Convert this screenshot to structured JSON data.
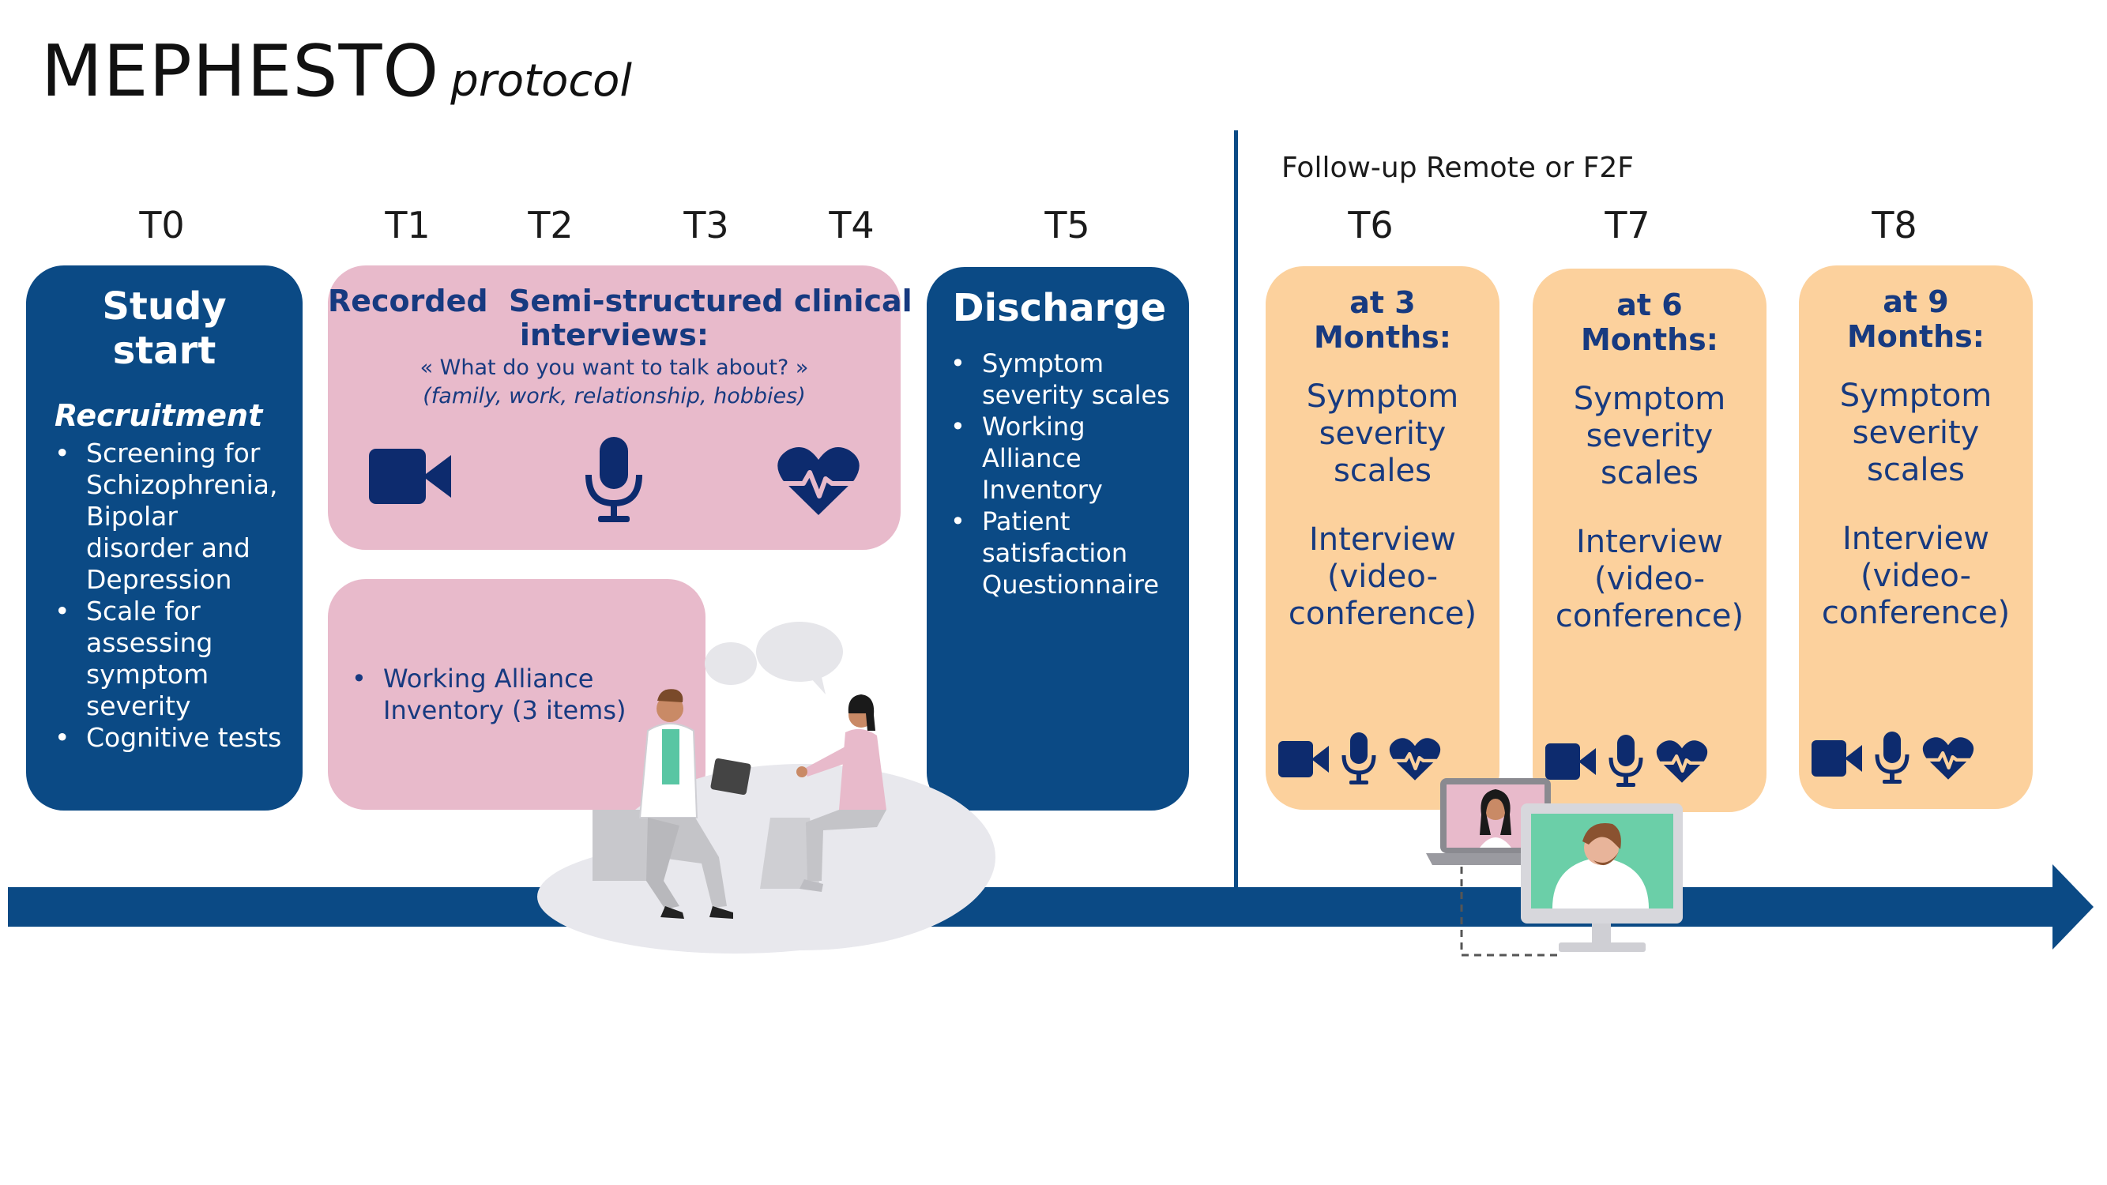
{
  "title": {
    "main": "MEPHESTO",
    "sub": "protocol"
  },
  "followup_label": "Follow-up Remote or F2F",
  "time_points": [
    "T0",
    "T1",
    "T2",
    "T3",
    "T4",
    "T5",
    "T6",
    "T7",
    "T8"
  ],
  "study_start": {
    "title": "Study start",
    "section": "Recruitment",
    "items": [
      "Screening for Schizophrenia, Bipolar disorder and Depression",
      "Scale for assessing symptom severity",
      "Cognitive tests"
    ]
  },
  "interviews": {
    "title_line1": "Recorded  Semi-structured clinical",
    "title_line2": "interviews:",
    "question": "« What do you want to talk about? »",
    "topics": "(family, work, relationship, hobbies)",
    "icons": [
      "video-camera-icon",
      "microphone-icon",
      "heart-rate-icon"
    ]
  },
  "alliance": {
    "items": [
      "Working Alliance Inventory (3 items)"
    ]
  },
  "discharge": {
    "title": "Discharge",
    "items": [
      "Symptom severity scales",
      "Working Alliance Inventory",
      "Patient satisfaction Questionnaire"
    ]
  },
  "followups": [
    {
      "title": "at 3 Months:",
      "scales": "Symptom severity scales",
      "interview": "Interview (video-conference)"
    },
    {
      "title": "at 6 Months:",
      "scales": "Symptom severity scales",
      "interview": "Interview (video-conference)"
    },
    {
      "title": "at 9 Months:",
      "scales": "Symptom severity scales",
      "interview": "Interview (video-conference)"
    }
  ],
  "colors": {
    "navy": "#0b4a85",
    "pink": "#e8bacb",
    "orange": "#fcd19d",
    "text_blue": "#173a80",
    "icon_navy": "#0d2b6e"
  }
}
